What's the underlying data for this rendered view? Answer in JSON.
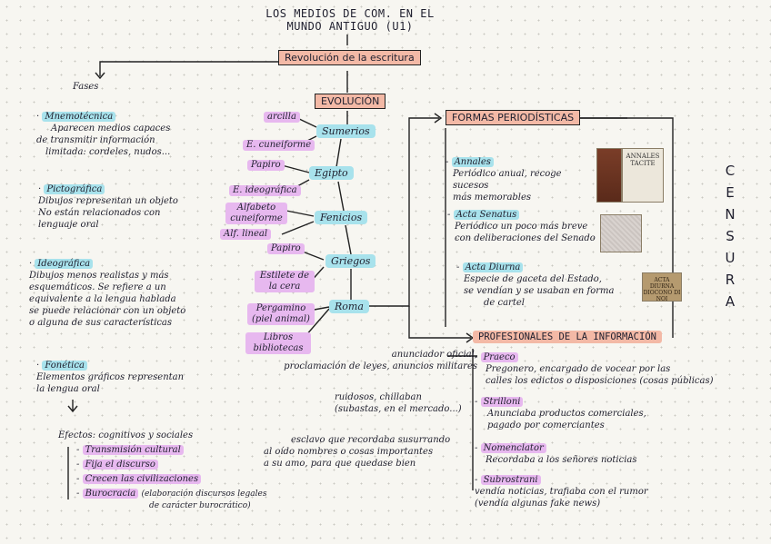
{
  "title": [
    "LOS MEDIOS DE COM. EN EL",
    "MUNDO ANTIGUO (U1)"
  ],
  "root": "Revolución de la escritura",
  "fases": {
    "label": "Fases",
    "items": [
      {
        "name": "Mnemotécnica",
        "desc": [
          "Aparecen medios capaces",
          "de transmitir información",
          "limitada: cordeles, nudos..."
        ]
      },
      {
        "name": "Pictográfica",
        "desc": [
          "Dibujos representan un objeto",
          "No están relacionados con",
          "lenguaje oral"
        ]
      },
      {
        "name": "Ideográfica",
        "desc": [
          "Dibujos menos realistas y más",
          "esquemáticos. Se refiere a un",
          "equivalente a la lengua hablada",
          "se puede relacionar con un objeto",
          "o alguna de sus características"
        ]
      },
      {
        "name": "Fonética",
        "desc": [
          "Elementos gráficos representan",
          "la lengua oral"
        ]
      }
    ],
    "efectos_label": "Efectos: cognitivos y sociales",
    "efectos": [
      "Transmisión cultural",
      "Fija el discurso",
      "Crecen las civilizaciones",
      "Burocracia"
    ],
    "burocracia_note": [
      "(elaboración discursos legales",
      "de carácter burocrático)"
    ]
  },
  "evolucion": {
    "label": "EVOLUCIÓN",
    "civs": [
      "Sumerios",
      "Egipto",
      "Fenicios",
      "Griegos",
      "Roma"
    ],
    "sumerios": [
      "arcilla",
      "E. cuneiforme"
    ],
    "egipto": [
      "Papiro",
      "E. ideográfica"
    ],
    "fenicios": [
      "Alfabeto cuneiforme",
      "Alf. lineal"
    ],
    "griegos": [
      "Papiro",
      "Estilete de la cera"
    ],
    "roma": [
      "Pergamino (piel animal)",
      "Libros bibliotecas"
    ]
  },
  "formas": {
    "label": "FORMAS PERIODÍSTICAS",
    "items": [
      {
        "name": "Annales",
        "desc": [
          "Periódico anual, recoge sucesos",
          "más memorables"
        ]
      },
      {
        "name": "Acta Senatus",
        "desc": [
          "Periódico un poco más breve",
          "con deliberaciones del Senado"
        ]
      },
      {
        "name": "Acta Diurna",
        "desc": [
          "Especie de gaceta del Estado,",
          "se vendían y se usaban en forma",
          "de cartel"
        ]
      }
    ],
    "image_text_annales": [
      "ANNALES",
      "TACITE"
    ],
    "image_text_acta": [
      "ACTA DIURNA",
      "DIOCONO DI NOI"
    ]
  },
  "censura": [
    "C",
    "E",
    "N",
    "S",
    "U",
    "R",
    "A"
  ],
  "profesionales": {
    "label": "PROFESIONALES DE LA INFORMACIÓN",
    "items": [
      {
        "name": "Praeco",
        "desc": [
          "Pregonero, encargado de vocear por las",
          "calles los edictos o disposiciones (cosas públicas)"
        ]
      },
      {
        "name": "Strilloni",
        "desc": [
          "Anunciaba productos comerciales,",
          "pagado por comerciantes"
        ]
      },
      {
        "name": "Nomenclator",
        "desc": [
          "Recordaba a los señores noticias"
        ]
      },
      {
        "name": "Subrostrani",
        "desc": [
          "vendía noticias, trafiaba con el rumor",
          "(vendía algunas fake news)"
        ]
      }
    ],
    "praeco_note": [
      "anunciador oficial,",
      "proclamación de leyes, anuncios militares"
    ],
    "strilloni_note": [
      "ruidosos, chillaban",
      "(subastas, en el mercado...)"
    ],
    "nomenclator_note": [
      "esclavo que recordaba susurrando",
      "al oído nombres o cosas importantes",
      "a su amo, para que quedase bien"
    ]
  }
}
